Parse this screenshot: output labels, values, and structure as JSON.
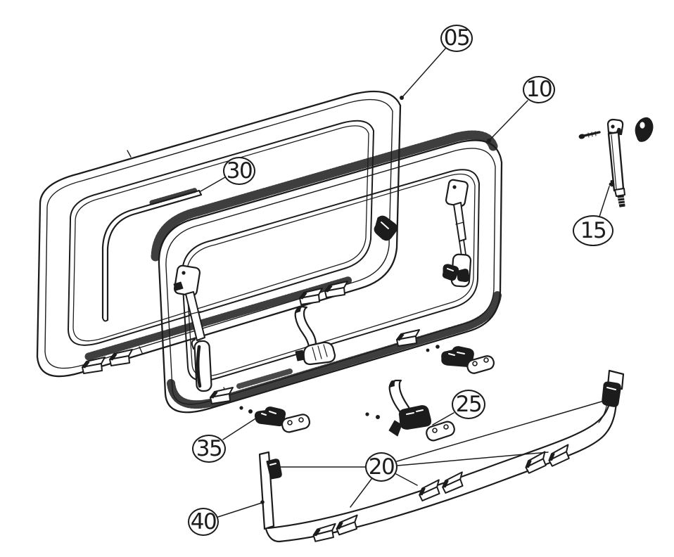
{
  "figure": {
    "kind": "exploded-parts-diagram",
    "background": "#ffffff",
    "ink": "#1c1c1c",
    "callouts": [
      {
        "label": "05"
      },
      {
        "label": "10"
      },
      {
        "label": "30"
      },
      {
        "label": "15"
      },
      {
        "label": "25"
      },
      {
        "label": "35"
      },
      {
        "label": "20"
      },
      {
        "label": "40"
      }
    ]
  }
}
